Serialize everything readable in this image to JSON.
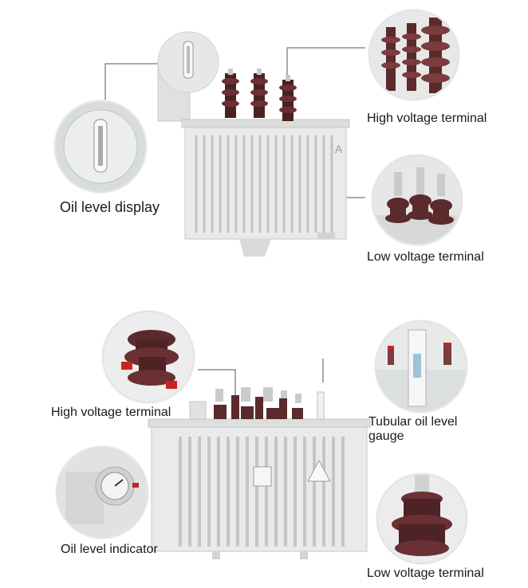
{
  "top_panel": {
    "labels": {
      "high_voltage_terminal": "High voltage terminal",
      "oil_level_display": "Oil level display",
      "low_voltage_terminal": "Low voltage terminal"
    },
    "marking": "A"
  },
  "bottom_panel": {
    "labels": {
      "high_voltage_terminal": "High voltage terminal",
      "tubular_gauge_line1": "Tubular oil level",
      "tubular_gauge_line2": "gauge",
      "oil_level_indicator": "Oil level indicator",
      "low_voltage_terminal": "Low voltage terminal"
    }
  },
  "colors": {
    "tank": "#e9ebea",
    "fin_dark": "#c9cccc",
    "bushing": "#5a2a2c",
    "bushing_light": "#7a3c3e",
    "leader_line": "#555555"
  }
}
